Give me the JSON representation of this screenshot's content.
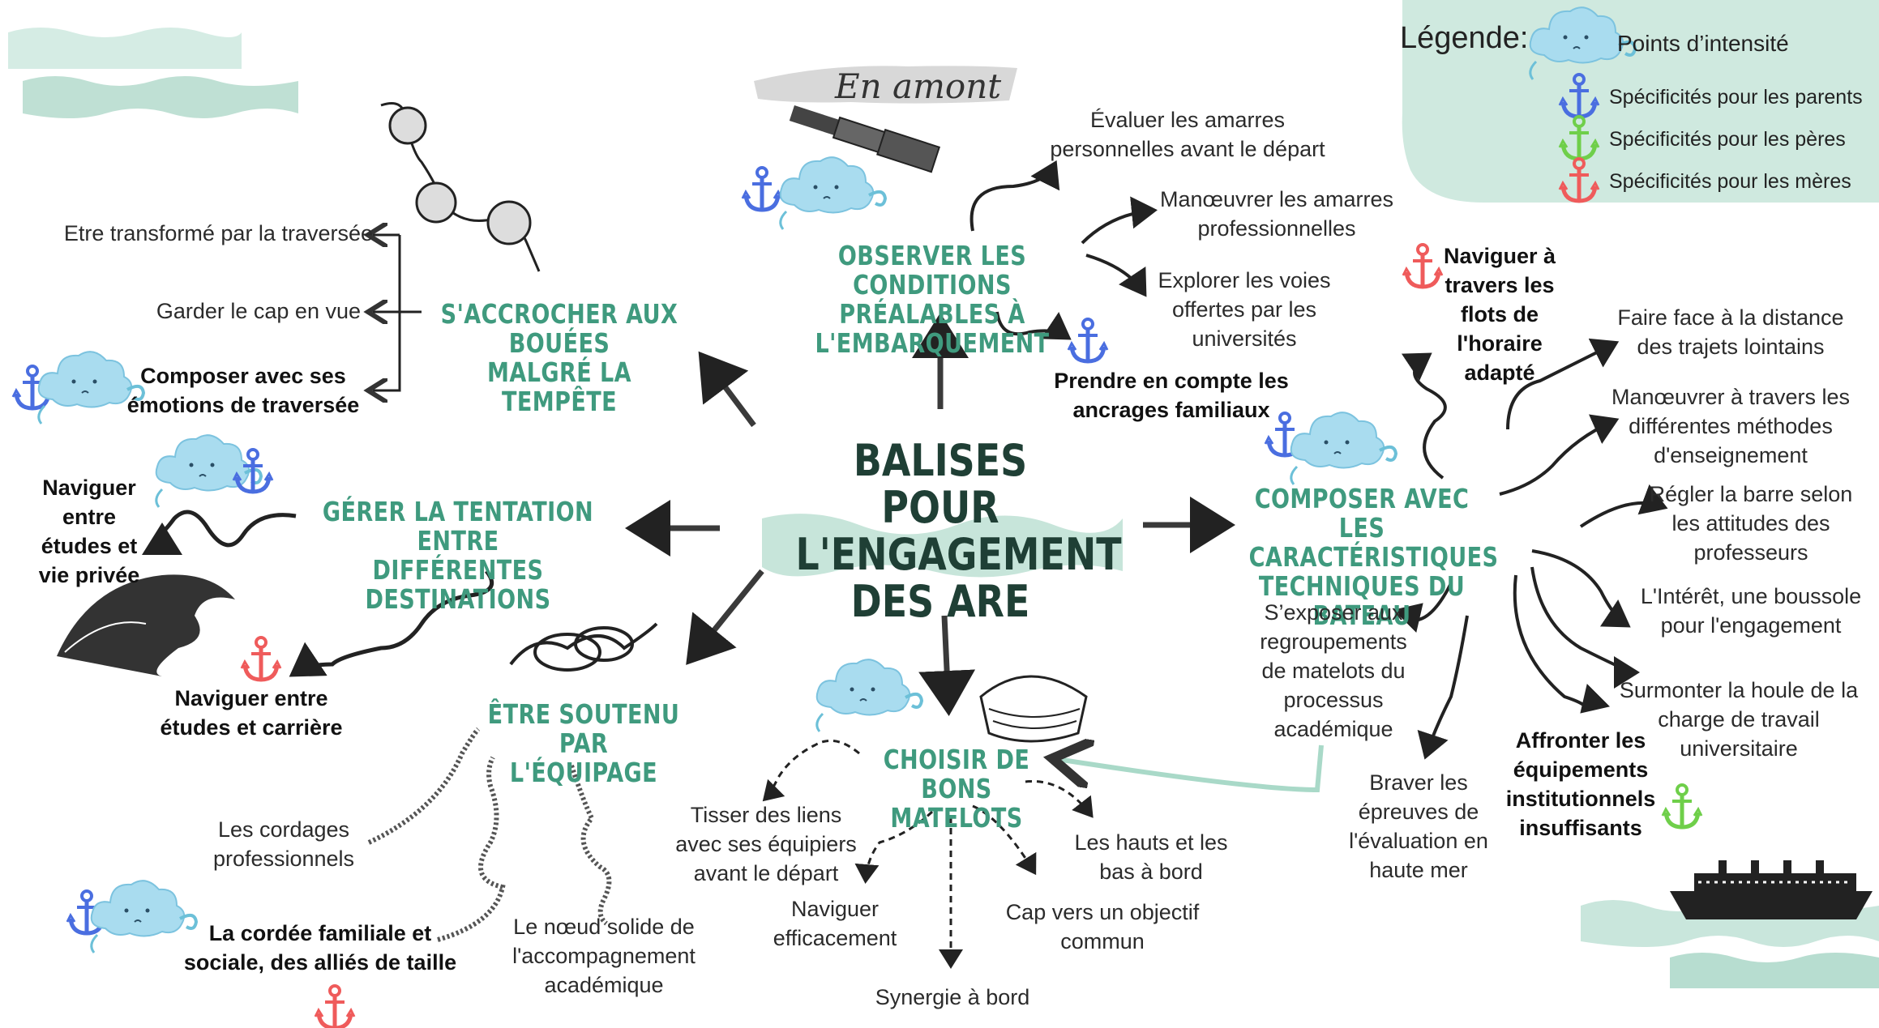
{
  "legend": {
    "title": "Légende:",
    "items": [
      {
        "label": "Points d’intensité",
        "icon": "cloud-icon",
        "color": "#9fd8ea"
      },
      {
        "label": "Spécificités pour les parents",
        "icon": "anchor-icon",
        "color": "#4a6ee0"
      },
      {
        "label": "Spécificités pour les pères",
        "icon": "anchor-icon",
        "color": "#6fcf4a"
      },
      {
        "label": "Spécificités pour les mères",
        "icon": "anchor-icon",
        "color": "#ef5b5b"
      }
    ]
  },
  "center": {
    "title_lines": [
      "BALISES POUR",
      "L'ENGAGEMENT",
      "DES ARE"
    ]
  },
  "banner": {
    "text": "En amont"
  },
  "branches": {
    "observer": {
      "title_lines": [
        "OBSERVER LES CONDITIONS",
        "PRÉALABLES À L'EMBARQUEMENT"
      ],
      "items": [
        {
          "lines": [
            "Évaluer les amarres",
            "personnelles avant le départ"
          ]
        },
        {
          "lines": [
            "Manœuvrer les amarres",
            "professionnelles"
          ]
        },
        {
          "lines": [
            "Explorer les voies",
            "offertes par les",
            "universités"
          ]
        },
        {
          "lines": [
            "Prendre en compte les",
            "ancrages familiaux"
          ]
        }
      ]
    },
    "accrocher": {
      "title_lines": [
        "S'ACCROCHER AUX BOUÉES",
        "MALGRÉ LA TEMPÊTE"
      ],
      "items": [
        {
          "lines": [
            "Etre transformé par la traversée"
          ]
        },
        {
          "lines": [
            "Garder le cap en vue"
          ]
        },
        {
          "lines": [
            "Composer avec ses",
            "émotions de traversée"
          ]
        }
      ]
    },
    "gerer": {
      "title_lines": [
        "GÉRER LA TENTATION ENTRE",
        "DIFFÉRENTES DESTINATIONS"
      ],
      "items": [
        {
          "lines": [
            "Naviguer",
            "entre",
            "études et",
            "vie privée"
          ]
        },
        {
          "lines": [
            "Naviguer entre",
            "études et carrière"
          ]
        }
      ]
    },
    "soutenu": {
      "title_lines": [
        "ÊTRE SOUTENU PAR",
        "L'ÉQUIPAGE"
      ],
      "items": [
        {
          "lines": [
            "Les cordages",
            "professionnels"
          ]
        },
        {
          "lines": [
            "La cordée familiale et",
            "sociale, des alliés de taille"
          ]
        },
        {
          "lines": [
            "Le nœud solide de",
            "l'accompagnement",
            "académique"
          ]
        }
      ]
    },
    "matelots": {
      "title_lines": [
        "CHOISIR DE BONS",
        "MATELOTS"
      ],
      "items": [
        {
          "lines": [
            "Tisser des liens",
            "avec ses équipiers",
            "avant le départ"
          ]
        },
        {
          "lines": [
            "Naviguer",
            "efficacement"
          ]
        },
        {
          "lines": [
            "Synergie à bord"
          ]
        },
        {
          "lines": [
            "Cap vers un objectif",
            "commun"
          ]
        },
        {
          "lines": [
            "Les hauts et les",
            "bas à bord"
          ]
        }
      ]
    },
    "bateau": {
      "title_lines": [
        "COMPOSER AVEC LES",
        "CARACTÉRISTIQUES",
        "TECHNIQUES DU BATEAU"
      ],
      "items": [
        {
          "lines": [
            "Naviguer à",
            "travers les",
            "flots de",
            "l'horaire",
            "adapté"
          ]
        },
        {
          "lines": [
            "Faire face à la distance",
            "des trajets lointains"
          ]
        },
        {
          "lines": [
            "Manœuvrer à travers les",
            "différentes méthodes",
            "d'enseignement"
          ]
        },
        {
          "lines": [
            "Régler la barre selon",
            "les attitudes des",
            "professeurs"
          ]
        },
        {
          "lines": [
            "L'Intérêt, une boussole",
            "pour l'engagement"
          ]
        },
        {
          "lines": [
            "Surmonter la houle de la",
            "charge de travail",
            "universitaire"
          ]
        },
        {
          "lines": [
            "Affronter les",
            "équipements",
            "institutionnels",
            "insuffisants"
          ]
        },
        {
          "lines": [
            "Braver les",
            "épreuves de",
            "l'évaluation en",
            "haute mer"
          ]
        },
        {
          "lines": [
            "S’exposer aux",
            "regroupements",
            "de matelots du",
            "processus",
            "académique"
          ]
        }
      ]
    }
  },
  "colors": {
    "heading": "#3f9a7e",
    "wave": "#bfe3d6",
    "legend_bg": "#cfe9df",
    "title": "#1f3f35"
  }
}
